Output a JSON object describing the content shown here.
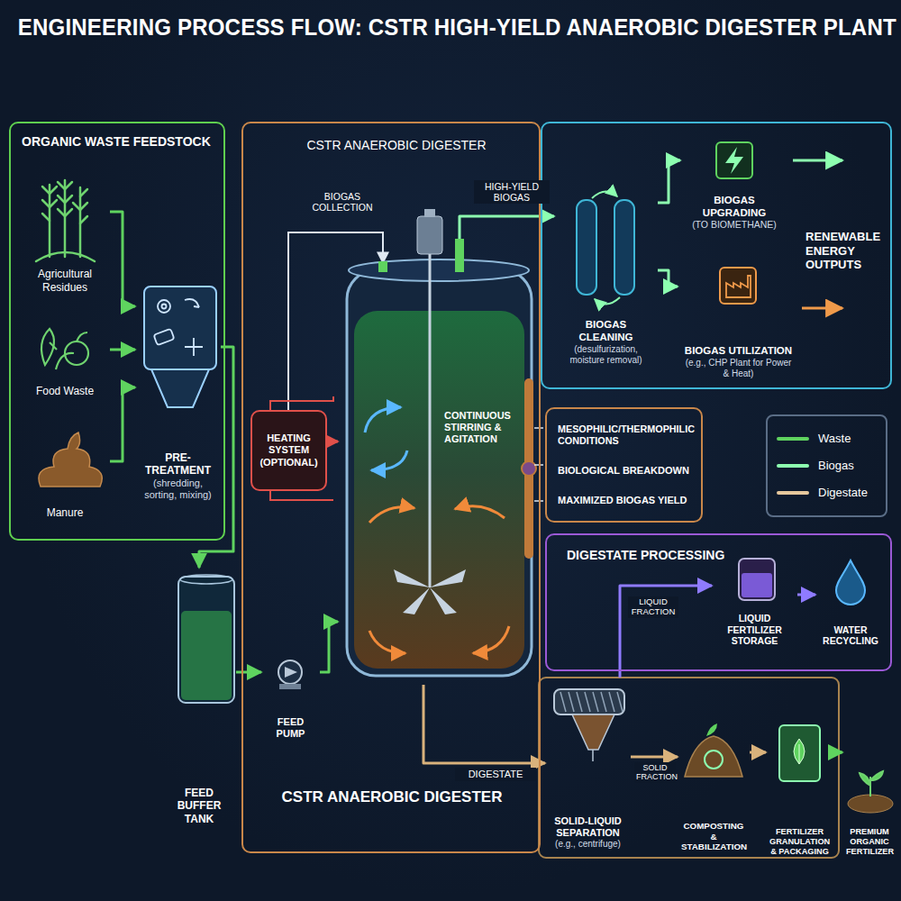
{
  "diagram": {
    "title": "ENGINEERING PROCESS FLOW: CSTR HIGH-YIELD ANAEROBIC DIGESTER PLANT",
    "nodes": [
      {
        "text": [
          "ORGANIC WASTE FEEDSTOCK"
        ]
      },
      {
        "text": [
          "Agricultural Residues"
        ],
        "in": 0
      },
      {
        "text": [
          "Food Waste"
        ],
        "in": 0
      },
      {
        "text": [
          "Manure"
        ],
        "in": 0
      },
      {
        "text": [
          "PRE-TREATMENT",
          "(shredding, sorting, mixing)"
        ],
        "in": 0
      },
      {
        "text": [
          "CSTR ANAEROBIC DIGESTER",
          "CSTR ANAEROBIC DIGESTER"
        ]
      },
      {
        "text": [
          "HEATING SYSTEM (OPTIONAL)"
        ],
        "in": 5
      },
      {
        "text": [
          "CONTINUOUS STIRRING & AGITATION"
        ],
        "in": 5
      },
      {
        "text": [
          "FEED BUFFER TANK"
        ]
      },
      {
        "text": [
          "FEED PUMP"
        ],
        "in": 5
      },
      {
        "text": [
          "MESOPHILIC/THERMOPHILIC CONDITIONS",
          "BIOLOGICAL BREAKDOWN",
          "MAXIMIZED BIOGAS YIELD"
        ]
      },
      {
        "text": [
          "RENEWABLE ENERGY OUTPUTS"
        ]
      },
      {
        "text": [
          "BIOGAS CLEANING",
          "(desulfurization, moisture removal)"
        ],
        "in": 11
      },
      {
        "text": [
          "BIOGAS UPGRADING",
          "(TO BIOMETHANE)"
        ],
        "in": 11
      },
      {
        "text": [
          "BIOGAS UTILIZATION",
          "(e.g., CHP Plant for Power & Heat)"
        ],
        "in": 11
      },
      {
        "text": [
          "DIGESTATE PROCESSING"
        ]
      },
      {
        "text": [
          "LIQUID FERTILIZER STORAGE"
        ],
        "in": 15
      },
      {
        "text": [
          "WATER RECYCLING"
        ],
        "in": 15
      },
      {
        "text": [
          "SOLID-LIQUID SEPARATION",
          "(e.g., centrifuge)"
        ]
      },
      {
        "text": [
          "COMPOSTING & STABILIZATION"
        ]
      },
      {
        "text": [
          "FERTILIZER GRANULATION & PACKAGING"
        ]
      },
      {
        "text": [
          "PREMIUM ORGANIC FERTILIZER"
        ]
      }
    ],
    "edges": [
      {
        "from": 1,
        "to": 4,
        "arrow": "to"
      },
      {
        "from": 2,
        "to": 4,
        "arrow": "to"
      },
      {
        "from": 3,
        "to": 4,
        "arrow": "to"
      },
      {
        "from": 4,
        "to": 8,
        "arrow": "to"
      },
      {
        "from": 8,
        "to": 9,
        "arrow": "to"
      },
      {
        "from": 9,
        "to": 7,
        "arrow": "to"
      },
      {
        "from": 6,
        "to": 7,
        "arrow": "to"
      },
      {
        "from": 7,
        "to": 12,
        "label": "HIGH-YIELD BIOGAS",
        "arrow": "to"
      },
      {
        "from": 12,
        "to": 13,
        "arrow": "to"
      },
      {
        "from": 12,
        "to": 14,
        "arrow": "to"
      },
      {
        "from": 7,
        "to": 18,
        "label": "DIGESTATE",
        "arrow": "to"
      },
      {
        "from": 18,
        "to": 16,
        "label": "LIQUID FRACTION",
        "arrow": "to"
      },
      {
        "from": 16,
        "to": 17,
        "arrow": "to"
      },
      {
        "from": 18,
        "to": 19,
        "label": "SOLID FRACTION",
        "arrow": "to"
      },
      {
        "from": 19,
        "to": 20,
        "arrow": "to"
      },
      {
        "from": 20,
        "to": 21,
        "arrow": "to"
      }
    ],
    "labels": [
      "BIOGAS COLLECTION"
    ],
    "legend": [
      {
        "text": "Waste",
        "color": "#5fd35f"
      },
      {
        "text": "Biogas",
        "color": "#8dffb0"
      },
      {
        "text": "Digestate",
        "color": "#e6c79c"
      }
    ]
  }
}
